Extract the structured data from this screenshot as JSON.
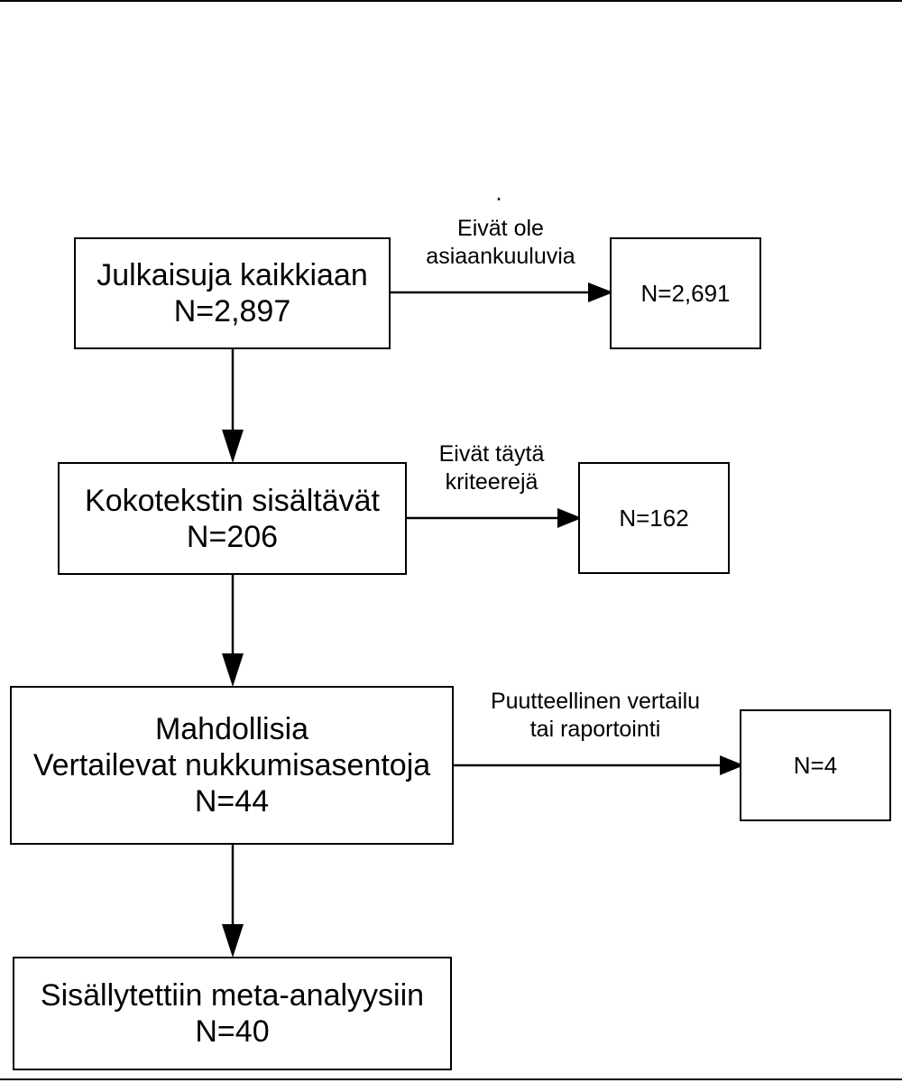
{
  "flowchart": {
    "stray_mark": ".",
    "main_boxes": [
      {
        "lines": [
          "Julkaisuja kaikkiaan",
          "N=2,897"
        ]
      },
      {
        "lines": [
          "Kokotekstin sisältävät",
          "N=206"
        ]
      },
      {
        "lines": [
          "Mahdollisia",
          "Vertailevat nukkumisasentoja",
          "N=44"
        ]
      },
      {
        "lines": [
          "Sisällytettiin meta-analyysiin",
          "N=40"
        ]
      }
    ],
    "excluded": [
      {
        "label_lines": [
          "Eivät ole",
          "asiaankuuluvia"
        ],
        "count": "N=2,691"
      },
      {
        "label_lines": [
          "Eivät täytä",
          "kriteerejä"
        ],
        "count": "N=162"
      },
      {
        "label_lines": [
          "Puutteellinen vertailu",
          "tai raportointi"
        ],
        "count": "N=4"
      }
    ]
  }
}
